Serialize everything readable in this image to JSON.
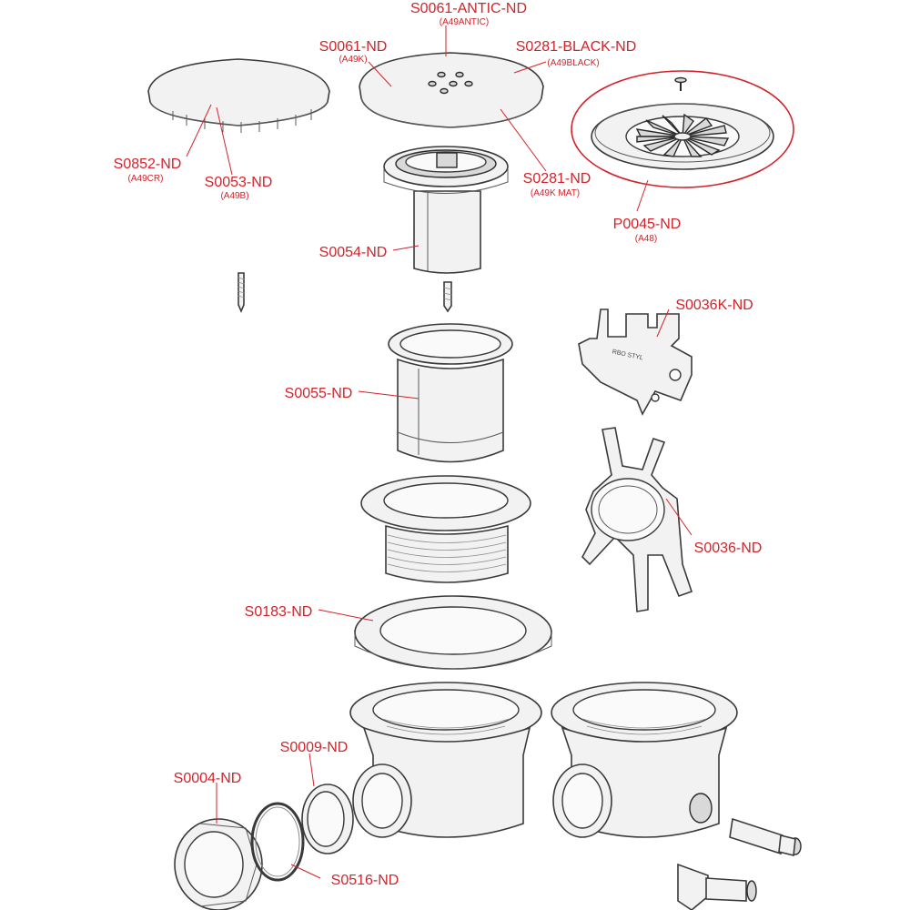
{
  "colors": {
    "label": "#d2232a",
    "line": "#3a3a3a"
  },
  "labels": {
    "s0061_antic": {
      "code": "S0061-ANTIC-ND",
      "sub": "(A49ANTIC)"
    },
    "s0061": {
      "code": "S0061-ND",
      "sub": "(A49K)"
    },
    "s0281_black": {
      "code": "S0281-BLACK-ND",
      "sub": "(A49BLACK)"
    },
    "s0852": {
      "code": "S0852-ND",
      "sub": "(A49CR)"
    },
    "s0053": {
      "code": "S0053-ND",
      "sub": "(A49B)"
    },
    "s0281": {
      "code": "S0281-ND",
      "sub": "(A49K MAT)"
    },
    "p0045": {
      "code": "P0045-ND",
      "sub": "(A48)"
    },
    "s0054": {
      "code": "S0054-ND"
    },
    "s0036k": {
      "code": "S0036K-ND"
    },
    "s0055": {
      "code": "S0055-ND"
    },
    "s0036": {
      "code": "S0036-ND"
    },
    "s0183": {
      "code": "S0183-ND"
    },
    "s0009": {
      "code": "S0009-ND"
    },
    "s0004": {
      "code": "S0004-ND"
    },
    "s0516": {
      "code": "S0516-ND"
    }
  }
}
